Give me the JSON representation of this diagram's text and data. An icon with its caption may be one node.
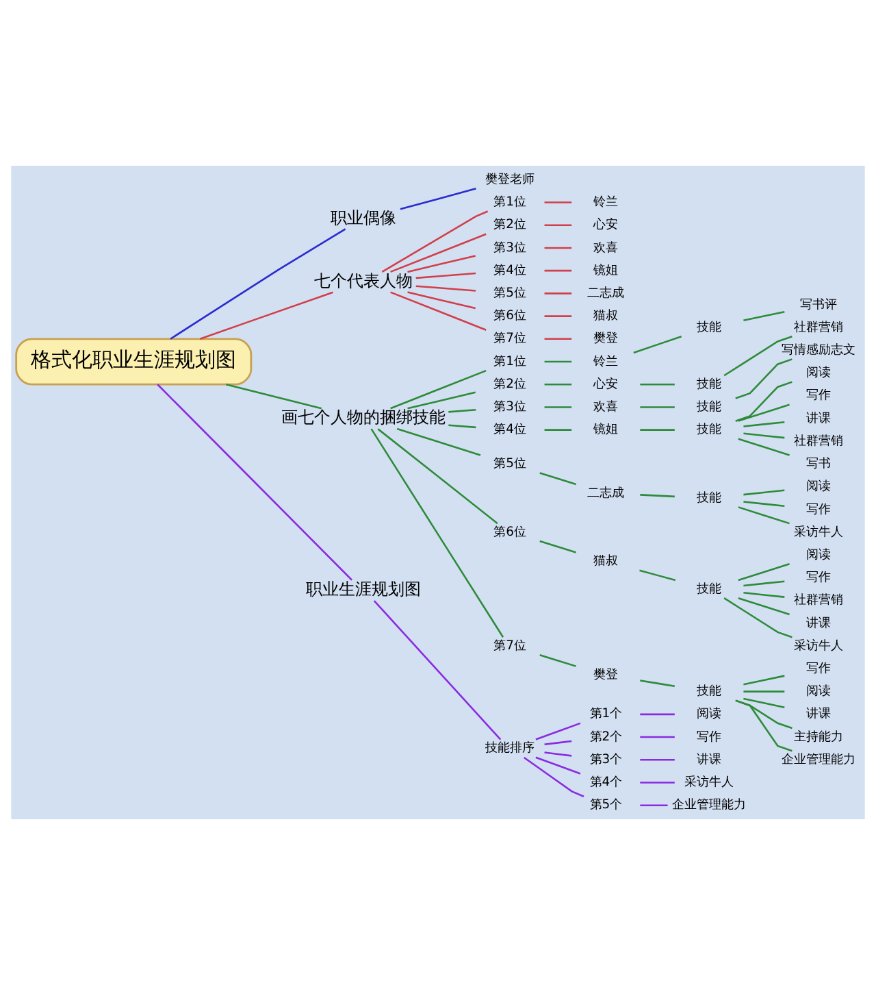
{
  "diagram": {
    "nodes": [
      {
        "text": [
          "格式化职业生涯规划图"
        ]
      },
      {
        "text": [
          "职业偶像"
        ]
      },
      {
        "text": [
          "樊登老师"
        ]
      },
      {
        "text": [
          "七个代表人物"
        ]
      },
      {
        "text": [
          "第1位"
        ]
      },
      {
        "text": [
          "铃兰"
        ]
      },
      {
        "text": [
          "第2位"
        ]
      },
      {
        "text": [
          "心安"
        ]
      },
      {
        "text": [
          "第3位"
        ]
      },
      {
        "text": [
          "欢喜"
        ]
      },
      {
        "text": [
          "第4位"
        ]
      },
      {
        "text": [
          "镜姐"
        ]
      },
      {
        "text": [
          "第5位"
        ]
      },
      {
        "text": [
          "二志成"
        ]
      },
      {
        "text": [
          "第6位"
        ]
      },
      {
        "text": [
          "猫叔"
        ]
      },
      {
        "text": [
          "第7位"
        ]
      },
      {
        "text": [
          "樊登"
        ]
      },
      {
        "text": [
          "画七个人物的捆绑技能"
        ]
      },
      {
        "text": [
          "第1位"
        ]
      },
      {
        "text": [
          "铃兰"
        ]
      },
      {
        "text": [
          "技能"
        ]
      },
      {
        "text": [
          "写书评"
        ]
      },
      {
        "text": [
          "第2位"
        ]
      },
      {
        "text": [
          "心安"
        ]
      },
      {
        "text": [
          "技能"
        ]
      },
      {
        "text": [
          "社群营销"
        ]
      },
      {
        "text": [
          "第3位"
        ]
      },
      {
        "text": [
          "欢喜"
        ]
      },
      {
        "text": [
          "技能"
        ]
      },
      {
        "text": [
          "写情感励志文"
        ]
      },
      {
        "text": [
          "第4位"
        ]
      },
      {
        "text": [
          "镜姐"
        ]
      },
      {
        "text": [
          "技能"
        ]
      },
      {
        "text": [
          "阅读"
        ]
      },
      {
        "text": [
          "写作"
        ]
      },
      {
        "text": [
          "讲课"
        ]
      },
      {
        "text": [
          "社群营销"
        ]
      },
      {
        "text": [
          "写书"
        ]
      },
      {
        "text": [
          "第5位"
        ]
      },
      {
        "text": [
          "二志成"
        ]
      },
      {
        "text": [
          "技能"
        ]
      },
      {
        "text": [
          "阅读"
        ]
      },
      {
        "text": [
          "写作"
        ]
      },
      {
        "text": [
          "采访牛人"
        ]
      },
      {
        "text": [
          "第6位"
        ]
      },
      {
        "text": [
          "猫叔"
        ]
      },
      {
        "text": [
          "技能"
        ]
      },
      {
        "text": [
          "阅读"
        ]
      },
      {
        "text": [
          "写作"
        ]
      },
      {
        "text": [
          "社群营销"
        ]
      },
      {
        "text": [
          "讲课"
        ]
      },
      {
        "text": [
          "采访牛人"
        ]
      },
      {
        "text": [
          "第7位"
        ]
      },
      {
        "text": [
          "樊登"
        ]
      },
      {
        "text": [
          "技能"
        ]
      },
      {
        "text": [
          "写作"
        ]
      },
      {
        "text": [
          "阅读"
        ]
      },
      {
        "text": [
          "讲课"
        ]
      },
      {
        "text": [
          "主持能力"
        ]
      },
      {
        "text": [
          "企业管理能力"
        ]
      },
      {
        "text": [
          "职业生涯规划图"
        ]
      },
      {
        "text": [
          "技能排序"
        ]
      },
      {
        "text": [
          "第1个"
        ]
      },
      {
        "text": [
          "阅读"
        ]
      },
      {
        "text": [
          "第2个"
        ]
      },
      {
        "text": [
          "写作"
        ]
      },
      {
        "text": [
          "第3个"
        ]
      },
      {
        "text": [
          "讲课"
        ]
      },
      {
        "text": [
          "第4个"
        ]
      },
      {
        "text": [
          "采访牛人"
        ]
      },
      {
        "text": [
          "第5个"
        ]
      },
      {
        "text": [
          "企业管理能力"
        ]
      }
    ],
    "edges": [
      {
        "from": 0,
        "to": 1,
        "arrow": "none",
        "color": "#2b2bd0"
      },
      {
        "from": 1,
        "to": 2,
        "arrow": "none",
        "color": "#2b2bd0"
      },
      {
        "from": 0,
        "to": 3,
        "arrow": "none",
        "color": "#d0404a"
      },
      {
        "from": 3,
        "to": 4,
        "arrow": "none",
        "color": "#d0404a"
      },
      {
        "from": 4,
        "to": 5,
        "arrow": "none",
        "color": "#d0404a"
      },
      {
        "from": 3,
        "to": 6,
        "arrow": "none",
        "color": "#d0404a"
      },
      {
        "from": 6,
        "to": 7,
        "arrow": "none",
        "color": "#d0404a"
      },
      {
        "from": 3,
        "to": 8,
        "arrow": "none",
        "color": "#d0404a"
      },
      {
        "from": 8,
        "to": 9,
        "arrow": "none",
        "color": "#d0404a"
      },
      {
        "from": 3,
        "to": 10,
        "arrow": "none",
        "color": "#d0404a"
      },
      {
        "from": 10,
        "to": 11,
        "arrow": "none",
        "color": "#d0404a"
      },
      {
        "from": 3,
        "to": 12,
        "arrow": "none",
        "color": "#d0404a"
      },
      {
        "from": 12,
        "to": 13,
        "arrow": "none",
        "color": "#d0404a"
      },
      {
        "from": 3,
        "to": 14,
        "arrow": "none",
        "color": "#d0404a"
      },
      {
        "from": 14,
        "to": 15,
        "arrow": "none",
        "color": "#d0404a"
      },
      {
        "from": 3,
        "to": 16,
        "arrow": "none",
        "color": "#d0404a"
      },
      {
        "from": 16,
        "to": 17,
        "arrow": "none",
        "color": "#d0404a"
      },
      {
        "from": 0,
        "to": 18,
        "arrow": "none",
        "color": "#2e8b3a"
      },
      {
        "from": 18,
        "to": 19,
        "arrow": "none",
        "color": "#2e8b3a"
      },
      {
        "from": 19,
        "to": 20,
        "arrow": "none",
        "color": "#2e8b3a"
      },
      {
        "from": 20,
        "to": 21,
        "arrow": "none",
        "color": "#2e8b3a"
      },
      {
        "from": 21,
        "to": 22,
        "arrow": "none",
        "color": "#2e8b3a"
      },
      {
        "from": 18,
        "to": 23,
        "arrow": "none",
        "color": "#2e8b3a"
      },
      {
        "from": 23,
        "to": 24,
        "arrow": "none",
        "color": "#2e8b3a"
      },
      {
        "from": 24,
        "to": 25,
        "arrow": "none",
        "color": "#2e8b3a"
      },
      {
        "from": 25,
        "to": 26,
        "arrow": "none",
        "color": "#2e8b3a"
      },
      {
        "from": 18,
        "to": 27,
        "arrow": "none",
        "color": "#2e8b3a"
      },
      {
        "from": 27,
        "to": 28,
        "arrow": "none",
        "color": "#2e8b3a"
      },
      {
        "from": 28,
        "to": 29,
        "arrow": "none",
        "color": "#2e8b3a"
      },
      {
        "from": 29,
        "to": 30,
        "arrow": "none",
        "color": "#2e8b3a"
      },
      {
        "from": 18,
        "to": 31,
        "arrow": "none",
        "color": "#2e8b3a"
      },
      {
        "from": 31,
        "to": 32,
        "arrow": "none",
        "color": "#2e8b3a"
      },
      {
        "from": 32,
        "to": 33,
        "arrow": "none",
        "color": "#2e8b3a"
      },
      {
        "from": 33,
        "to": 34,
        "arrow": "none",
        "color": "#2e8b3a"
      },
      {
        "from": 33,
        "to": 35,
        "arrow": "none",
        "color": "#2e8b3a"
      },
      {
        "from": 33,
        "to": 36,
        "arrow": "none",
        "color": "#2e8b3a"
      },
      {
        "from": 33,
        "to": 37,
        "arrow": "none",
        "color": "#2e8b3a"
      },
      {
        "from": 33,
        "to": 38,
        "arrow": "none",
        "color": "#2e8b3a"
      },
      {
        "from": 18,
        "to": 39,
        "arrow": "none",
        "color": "#2e8b3a"
      },
      {
        "from": 39,
        "to": 40,
        "arrow": "none",
        "color": "#2e8b3a"
      },
      {
        "from": 40,
        "to": 41,
        "arrow": "none",
        "color": "#2e8b3a"
      },
      {
        "from": 41,
        "to": 42,
        "arrow": "none",
        "color": "#2e8b3a"
      },
      {
        "from": 41,
        "to": 43,
        "arrow": "none",
        "color": "#2e8b3a"
      },
      {
        "from": 41,
        "to": 44,
        "arrow": "none",
        "color": "#2e8b3a"
      },
      {
        "from": 18,
        "to": 45,
        "arrow": "none",
        "color": "#2e8b3a"
      },
      {
        "from": 45,
        "to": 46,
        "arrow": "none",
        "color": "#2e8b3a"
      },
      {
        "from": 46,
        "to": 47,
        "arrow": "none",
        "color": "#2e8b3a"
      },
      {
        "from": 47,
        "to": 48,
        "arrow": "none",
        "color": "#2e8b3a"
      },
      {
        "from": 47,
        "to": 49,
        "arrow": "none",
        "color": "#2e8b3a"
      },
      {
        "from": 47,
        "to": 50,
        "arrow": "none",
        "color": "#2e8b3a"
      },
      {
        "from": 47,
        "to": 51,
        "arrow": "none",
        "color": "#2e8b3a"
      },
      {
        "from": 47,
        "to": 52,
        "arrow": "none",
        "color": "#2e8b3a"
      },
      {
        "from": 18,
        "to": 53,
        "arrow": "none",
        "color": "#2e8b3a"
      },
      {
        "from": 53,
        "to": 54,
        "arrow": "none",
        "color": "#2e8b3a"
      },
      {
        "from": 54,
        "to": 55,
        "arrow": "none",
        "color": "#2e8b3a"
      },
      {
        "from": 55,
        "to": 56,
        "arrow": "none",
        "color": "#2e8b3a"
      },
      {
        "from": 55,
        "to": 57,
        "arrow": "none",
        "color": "#2e8b3a"
      },
      {
        "from": 55,
        "to": 58,
        "arrow": "none",
        "color": "#2e8b3a"
      },
      {
        "from": 55,
        "to": 59,
        "arrow": "none",
        "color": "#2e8b3a"
      },
      {
        "from": 55,
        "to": 60,
        "arrow": "none",
        "color": "#2e8b3a"
      },
      {
        "from": 0,
        "to": 61,
        "arrow": "none",
        "color": "#8a2be2"
      },
      {
        "from": 61,
        "to": 62,
        "arrow": "none",
        "color": "#8a2be2"
      },
      {
        "from": 62,
        "to": 63,
        "arrow": "none",
        "color": "#8a2be2"
      },
      {
        "from": 63,
        "to": 64,
        "arrow": "none",
        "color": "#8a2be2"
      },
      {
        "from": 62,
        "to": 65,
        "arrow": "none",
        "color": "#8a2be2"
      },
      {
        "from": 65,
        "to": 66,
        "arrow": "none",
        "color": "#8a2be2"
      },
      {
        "from": 62,
        "to": 67,
        "arrow": "none",
        "color": "#8a2be2"
      },
      {
        "from": 67,
        "to": 68,
        "arrow": "none",
        "color": "#8a2be2"
      },
      {
        "from": 62,
        "to": 69,
        "arrow": "none",
        "color": "#8a2be2"
      },
      {
        "from": 69,
        "to": 70,
        "arrow": "none",
        "color": "#8a2be2"
      },
      {
        "from": 62,
        "to": 71,
        "arrow": "none",
        "color": "#8a2be2"
      },
      {
        "from": 71,
        "to": 72,
        "arrow": "none",
        "color": "#8a2be2"
      }
    ]
  }
}
